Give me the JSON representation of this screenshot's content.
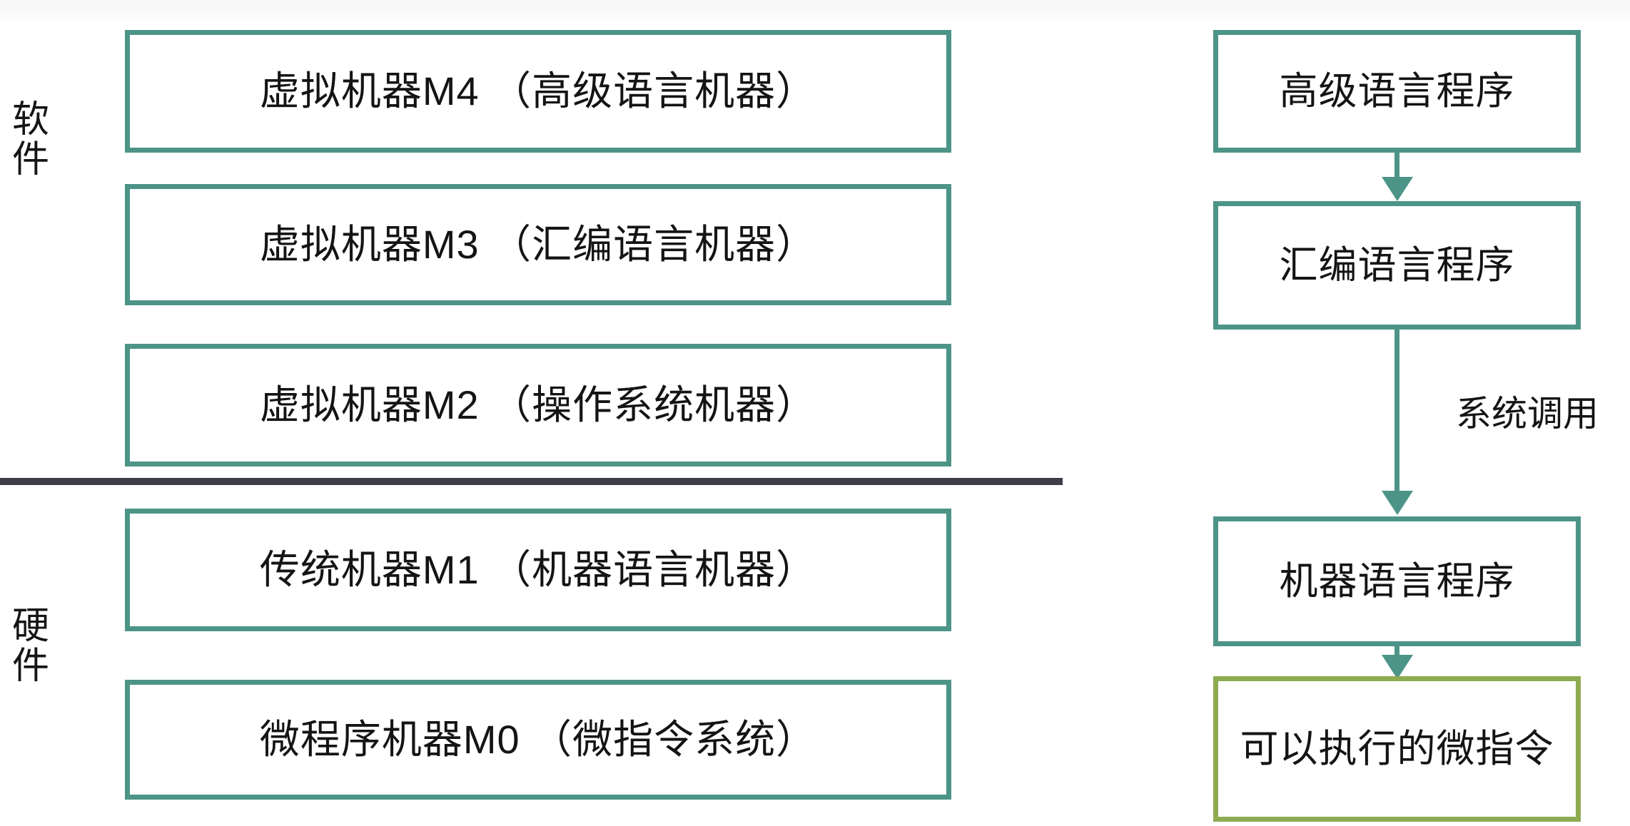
{
  "colors": {
    "box_border_teal": "#4d9488",
    "box_border_olive": "#8fab52",
    "divider": "#3e3d48",
    "arrow": "#4d9488",
    "text": "#141414",
    "background": "#ffffff"
  },
  "side_labels": {
    "software": {
      "chars": [
        "软",
        "件"
      ],
      "text": "软件"
    },
    "hardware": {
      "chars": [
        "硬",
        "件"
      ],
      "text": "硬件"
    }
  },
  "layers": [
    {
      "id": "m4",
      "label": "虚拟机器M4 （高级语言机器）",
      "section": "software"
    },
    {
      "id": "m3",
      "label": "虚拟机器M3 （汇编语言机器）",
      "section": "software"
    },
    {
      "id": "m2",
      "label": "虚拟机器M2 （操作系统机器）",
      "section": "software"
    },
    {
      "id": "m1",
      "label": "传统机器M1 （机器语言机器）",
      "section": "hardware"
    },
    {
      "id": "m0",
      "label": "微程序机器M0 （微指令系统）",
      "section": "hardware"
    }
  ],
  "programs": [
    {
      "id": "high-level",
      "label": "高级语言程序",
      "border": "teal"
    },
    {
      "id": "assembly",
      "label": "汇编语言程序",
      "border": "teal"
    },
    {
      "id": "machine",
      "label": "机器语言程序",
      "border": "teal"
    },
    {
      "id": "microinstruction",
      "label": "可以执行的微指令",
      "border": "olive"
    }
  ],
  "edges": [
    {
      "from": "high-level",
      "to": "assembly",
      "label": ""
    },
    {
      "from": "assembly",
      "to": "machine",
      "label": "系统调用"
    },
    {
      "from": "machine",
      "to": "microinstruction",
      "label": ""
    }
  ],
  "edge_labels": {
    "system_call": "系统调用"
  }
}
